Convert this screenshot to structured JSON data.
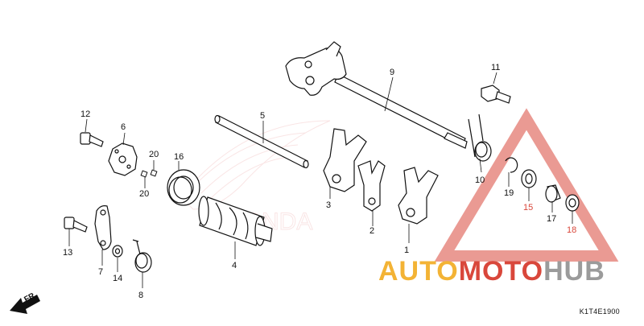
{
  "parts": [
    {
      "num": "1"
    },
    {
      "num": "2"
    },
    {
      "num": "3"
    },
    {
      "num": "4"
    },
    {
      "num": "5"
    },
    {
      "num": "6"
    },
    {
      "num": "7"
    },
    {
      "num": "8"
    },
    {
      "num": "9"
    },
    {
      "num": "10"
    },
    {
      "num": "11"
    },
    {
      "num": "12"
    },
    {
      "num": "13"
    },
    {
      "num": "14"
    },
    {
      "num": "15"
    },
    {
      "num": "16"
    },
    {
      "num": "17"
    },
    {
      "num": "18"
    },
    {
      "num": "19"
    },
    {
      "num": "20"
    },
    {
      "num": "20"
    }
  ],
  "direction_label": "FR.",
  "reference_code": "K1T4E1900",
  "watermark": {
    "part1": "AUTO",
    "part2": "MOTO",
    "part3": "HUB",
    "color_auto": "#f3b335",
    "color_moto": "#d9473b",
    "color_hub": "#9b9b9b"
  },
  "colors": {
    "line": "#111111",
    "accent_red": "#d9473b"
  }
}
